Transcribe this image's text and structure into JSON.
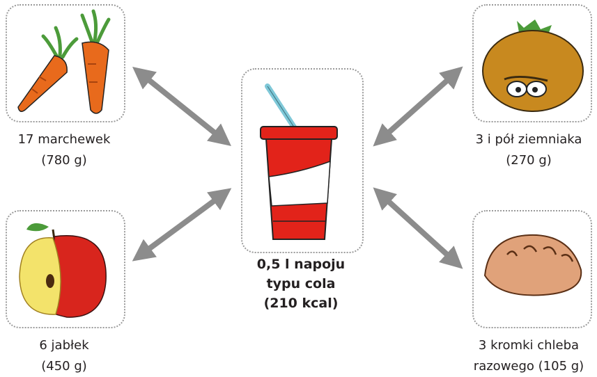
{
  "center": {
    "line1": "0,5 l napoju",
    "line2": "typu cola",
    "line3": "(210 kcal)",
    "icon": "cola-cup-icon"
  },
  "items": [
    {
      "id": "carrots",
      "line1": "17 marchewek",
      "line2": "(780 g)",
      "icon": "carrot-icon"
    },
    {
      "id": "potato",
      "line1": "3 i pół ziemniaka",
      "line2": "(270 g)",
      "icon": "potato-icon"
    },
    {
      "id": "apples",
      "line1": "6 jabłek",
      "line2": "(450 g)",
      "icon": "apple-icon"
    },
    {
      "id": "bread",
      "line1": "3 kromki chleba",
      "line2": "razowego (105 g)",
      "icon": "bread-icon"
    }
  ],
  "colors": {
    "arrow": "#8c8c8c",
    "cola_red": "#e2231a",
    "straw": "#7fc8d8",
    "carrot": "#e86a1c",
    "carrot_leaf": "#4c9b3a",
    "potato": "#c8891f",
    "apple": "#d8251d",
    "apple_flesh": "#f3e36b",
    "bread": "#e0a27a"
  }
}
